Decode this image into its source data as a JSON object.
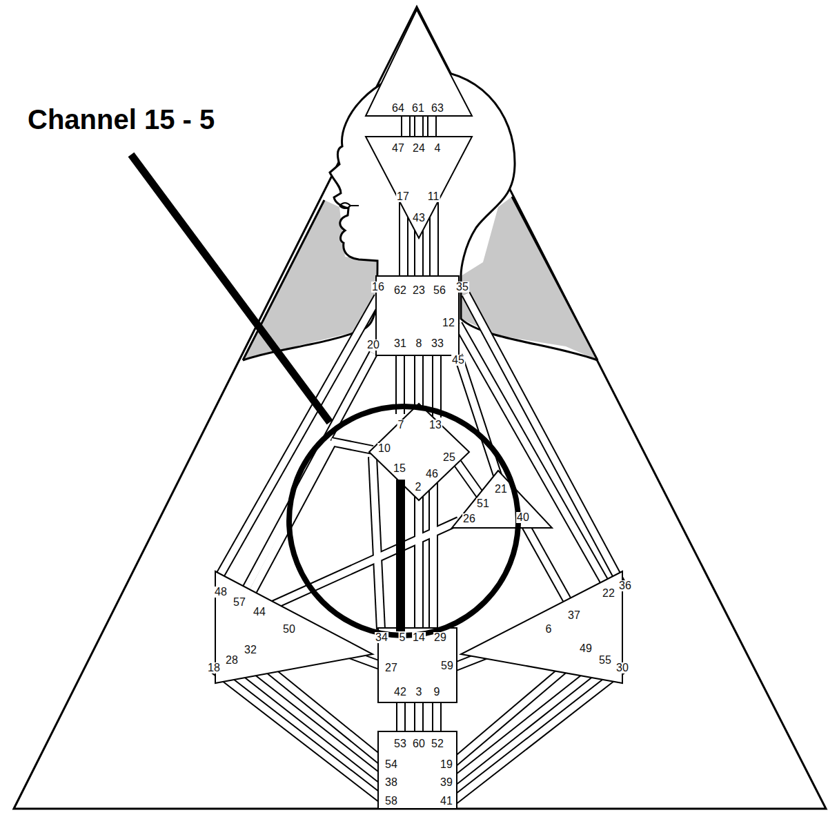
{
  "diagram": {
    "title": "Channel 15 - 5",
    "labels": [
      "64",
      "61",
      "63",
      "47",
      "24",
      "4",
      "17",
      "11",
      "43",
      "16",
      "62",
      "23",
      "56",
      "35",
      "12",
      "20",
      "31",
      "8",
      "33",
      "45",
      "7",
      "13",
      "10",
      "25",
      "15",
      "46",
      "2",
      "21",
      "51",
      "26",
      "40",
      "48",
      "57",
      "22",
      "36",
      "44",
      "37",
      "50",
      "6",
      "34",
      "5",
      "14",
      "29",
      "49",
      "32",
      "18",
      "28",
      "27",
      "59",
      "55",
      "30",
      "42",
      "3",
      "9",
      "53",
      "60",
      "52",
      "54",
      "19",
      "38",
      "39",
      "58",
      "41"
    ]
  }
}
